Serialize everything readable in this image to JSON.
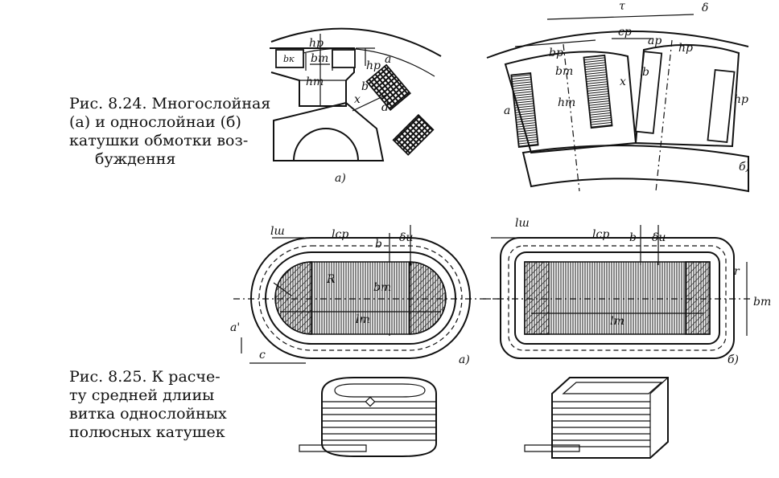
{
  "captions": {
    "fig824": {
      "line1": "Рис. 8.24. Многослойная",
      "line2": "(а) и однослойнаи (б)",
      "line3": "катушки обмотки воз-",
      "line4": "буждення"
    },
    "fig825": {
      "line1": "Рис. 8.25. К расче-",
      "line2": "ту средней длииы",
      "line3": "витка однослойных",
      "line4": "полюсных катушек"
    }
  },
  "labels": {
    "a_sub": "а)",
    "b_sub": "б)",
    "a2_sub": "а)",
    "b2_sub": "б)",
    "hp": "hp",
    "bk": "bк",
    "bm": "bm",
    "hm": "hm",
    "b": "b",
    "x": "x",
    "a": "a",
    "d": "d",
    "tau": "τ",
    "delta": "δ",
    "cp": "cp",
    "ap": "ap",
    "bp": "bp",
    "lsh": "lш",
    "lcp": "lср",
    "delta_u": "δu",
    "R": "R",
    "lm": "lm",
    "a_prime": "a'",
    "c": "c",
    "r": "r"
  },
  "colors": {
    "ink": "#111111",
    "paper": "#ffffff"
  }
}
